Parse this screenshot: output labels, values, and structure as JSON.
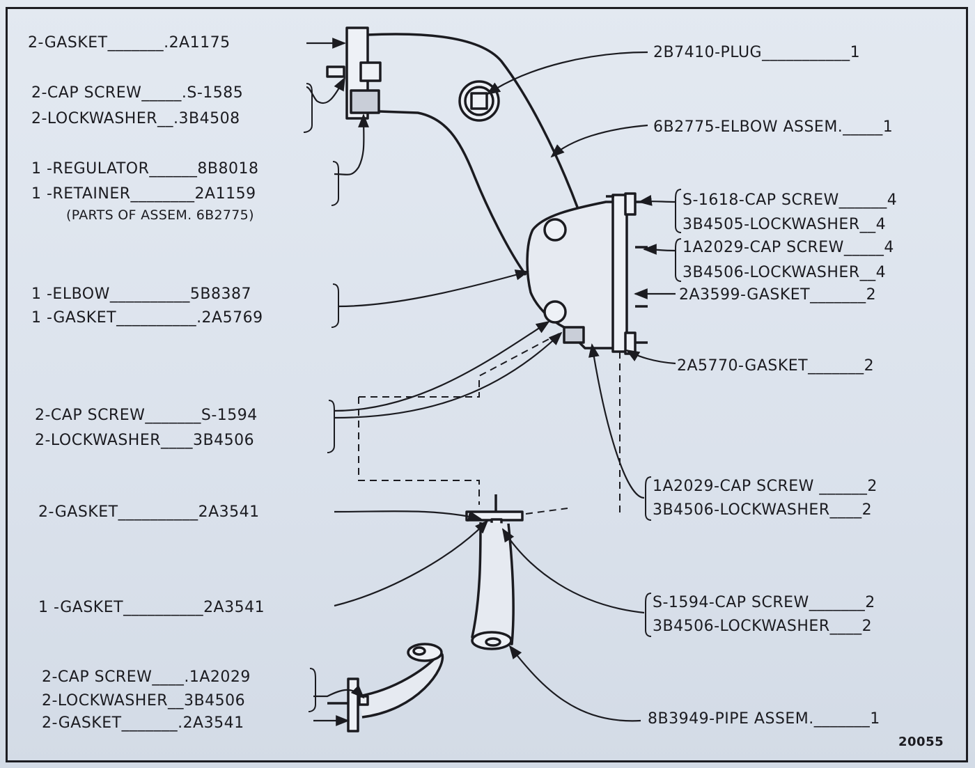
{
  "figure_number": "20055",
  "callouts_left": [
    {
      "id": "gasket-2a1175",
      "text": "2-GASKET_______.2A1175"
    },
    {
      "id": "cap-screw-s1585",
      "text": "2-CAP SCREW_____.S-1585"
    },
    {
      "id": "lockwasher-3b4508",
      "text": "2-LOCKWASHER__.3B4508"
    },
    {
      "id": "regulator-8b8018",
      "text": "1 -REGULATOR______8B8018"
    },
    {
      "id": "retainer-2a1159",
      "text": "1 -RETAINER________2A1159"
    },
    {
      "id": "parts-note",
      "text": "(PARTS OF ASSEM. 6B2775)"
    },
    {
      "id": "elbow-5b8387",
      "text": "1 -ELBOW__________5B8387"
    },
    {
      "id": "gasket-2a5769",
      "text": "1 -GASKET__________.2A5769"
    },
    {
      "id": "cap-screw-s1594",
      "text": "2-CAP SCREW_______S-1594"
    },
    {
      "id": "lockwasher-3b4506-a",
      "text": "2-LOCKWASHER____3B4506"
    },
    {
      "id": "gasket-2a3541-a",
      "text": "2-GASKET__________2A3541"
    },
    {
      "id": "gasket-2a3541-b",
      "text": "1 -GASKET__________2A3541"
    },
    {
      "id": "cap-screw-1a2029-a",
      "text": "2-CAP SCREW____.1A2029"
    },
    {
      "id": "lockwasher-3b4506-b",
      "text": "2-LOCKWASHER__3B4506"
    },
    {
      "id": "gasket-2a3541-c",
      "text": "2-GASKET_______.2A3541"
    }
  ],
  "callouts_right": [
    {
      "id": "plug-2b7410",
      "text": "2B7410-PLUG___________1"
    },
    {
      "id": "elbow-assem-6b2775",
      "text": "6B2775-ELBOW ASSEM._____1"
    },
    {
      "id": "cap-screw-s1618",
      "text": "S-1618-CAP SCREW______4"
    },
    {
      "id": "lockwasher-3b4505",
      "text": "3B4505-LOCKWASHER__4"
    },
    {
      "id": "cap-screw-1a2029-b",
      "text": "1A2029-CAP SCREW_____4"
    },
    {
      "id": "lockwasher-3b4506-c",
      "text": "3B4506-LOCKWASHER__4"
    },
    {
      "id": "gasket-2a3599",
      "text": "2A3599-GASKET_______2"
    },
    {
      "id": "gasket-2a5770",
      "text": "2A5770-GASKET_______2"
    },
    {
      "id": "cap-screw-1a2029-c",
      "text": "1A2029-CAP SCREW ______2"
    },
    {
      "id": "lockwasher-3b4506-d",
      "text": "3B4506-LOCKWASHER____2"
    },
    {
      "id": "cap-screw-s1594-b",
      "text": "S-1594-CAP SCREW_______2"
    },
    {
      "id": "lockwasher-3b4506-e",
      "text": "3B4506-LOCKWASHER____2"
    },
    {
      "id": "pipe-assem-8b3949",
      "text": "8B3949-PIPE ASSEM._______1"
    }
  ]
}
